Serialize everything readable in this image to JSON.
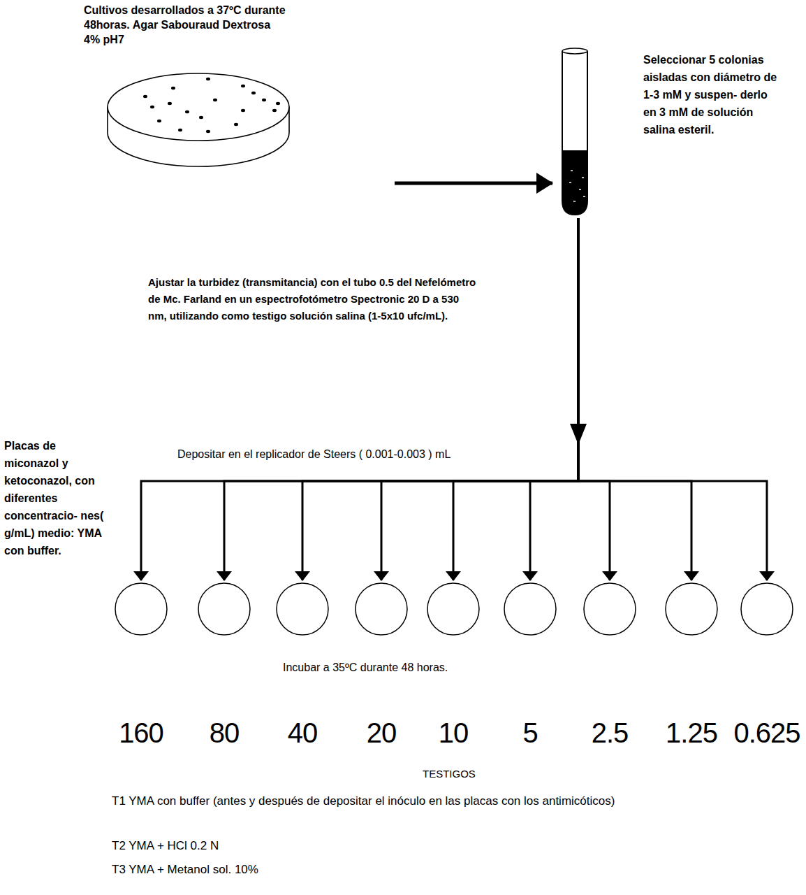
{
  "diagram": {
    "nodes": [
      {
        "text": [
          "Cultivos desarrollados a 37ºC durante 48horas. Agar Sabouraud Dextrosa 4% pH7"
        ]
      },
      {
        "text": [
          "Seleccionar 5 colonias aisladas con diámetro de 1-3 mM y suspen- derlo en 3 mM de solución salina esteril."
        ]
      },
      {
        "text": [
          "160"
        ]
      },
      {
        "text": [
          "80"
        ]
      },
      {
        "text": [
          "40"
        ]
      },
      {
        "text": [
          "20"
        ]
      },
      {
        "text": [
          "10"
        ]
      },
      {
        "text": [
          "5"
        ]
      },
      {
        "text": [
          "2.5"
        ]
      },
      {
        "text": [
          "1.25"
        ]
      },
      {
        "text": [
          "0.625"
        ]
      }
    ],
    "edges": [
      {
        "from": 0,
        "to": 1,
        "arrow": "to"
      },
      {
        "from": 1,
        "to": 2,
        "arrow": "to"
      },
      {
        "from": 1,
        "to": 3,
        "arrow": "to"
      },
      {
        "from": 1,
        "to": 4,
        "arrow": "to"
      },
      {
        "from": 1,
        "to": 5,
        "arrow": "to"
      },
      {
        "from": 1,
        "to": 6,
        "arrow": "to"
      },
      {
        "from": 1,
        "to": 7,
        "arrow": "to"
      },
      {
        "from": 1,
        "to": 8,
        "arrow": "to"
      },
      {
        "from": 1,
        "to": 9,
        "arrow": "to"
      },
      {
        "from": 1,
        "to": 10,
        "arrow": "to"
      }
    ],
    "labels": [
      "Ajustar la turbidez (transmitancia) con el tubo 0.5 del Nefelómetro de Mc. Farland en un espectrofotómetro Spectronic 20 D a 530 nm, utilizando como testigo solución salina (1-5x10 ufc/mL).",
      "Depositar en el replicador de Steers ( 0.001-0.003 ) mL",
      "Placas de miconazol y ketoconazol, con diferentes concentracio- nes( g/mL) medio: YMA con buffer.",
      "Incubar a 35ºC durante 48 horas.",
      "TESTIGOS",
      "T1 YMA con buffer (antes y después de depositar el inóculo en las placas con los antimicóticos)",
      "T2 YMA + HCl 0.2 N",
      "T3 YMA + Metanol sol. 10%"
    ]
  }
}
